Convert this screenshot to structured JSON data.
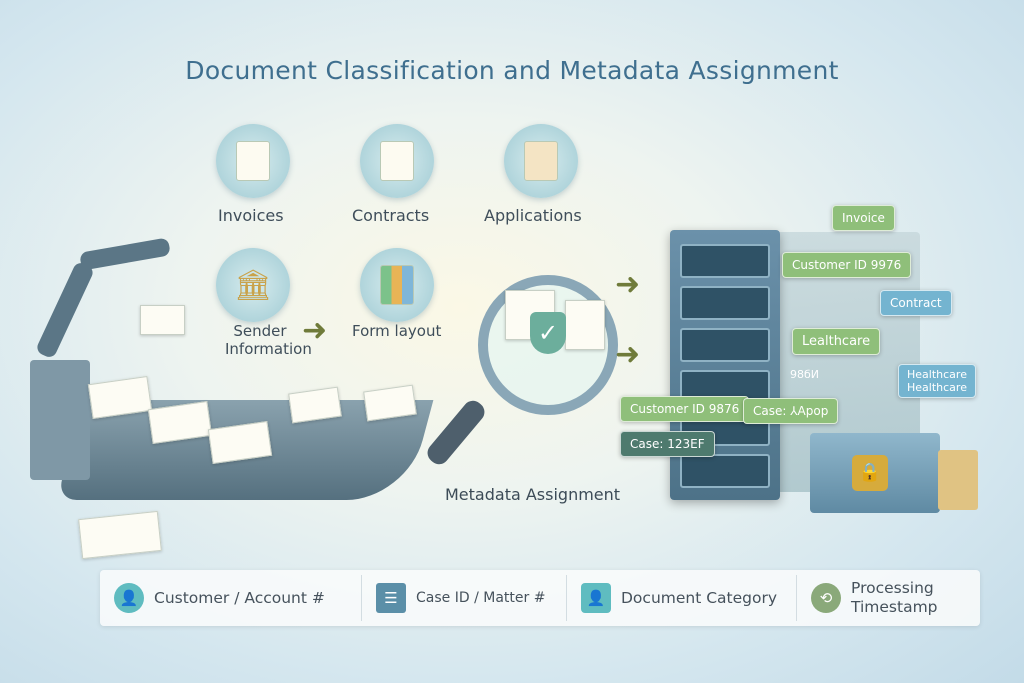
{
  "title": "Document Classification and Metadata Assignment",
  "categories": [
    {
      "label": "Invoices",
      "icon": "invoice-icon"
    },
    {
      "label": "Contracts",
      "icon": "contract-icon"
    },
    {
      "label": "Applications",
      "icon": "clipboard-icon"
    }
  ],
  "features": [
    {
      "label": "Sender Information",
      "icon": "bank-icon"
    },
    {
      "label": "Form layout",
      "icon": "form-layout-icon"
    }
  ],
  "metadata_label": "Metadata Assignment",
  "tags": {
    "invoice": "Invoice",
    "customer_id_1": "Customer ID 9976",
    "contract": "Contract",
    "healthcare_1": "Lealthcare",
    "partial": "98бИ",
    "healthcare_2a": "Healthcare",
    "healthcare_2b": "Healthcare",
    "customer_id_2": "Customer ID 9876",
    "case_1": "Case: ⅄Apop",
    "case_2": "Case:  123EF"
  },
  "legend": [
    {
      "label": "Customer / Account #",
      "icon": "person-icon",
      "color": "#5fbcc0"
    },
    {
      "label": "Case ID / Matter #",
      "icon": "list-icon",
      "color": "#5b8fa8"
    },
    {
      "label": "Document Category",
      "icon": "person-card-icon",
      "color": "#5fbcc0"
    },
    {
      "label": "Processing Timestamp",
      "icon": "clock-icon",
      "color": "#8aa97a"
    }
  ]
}
